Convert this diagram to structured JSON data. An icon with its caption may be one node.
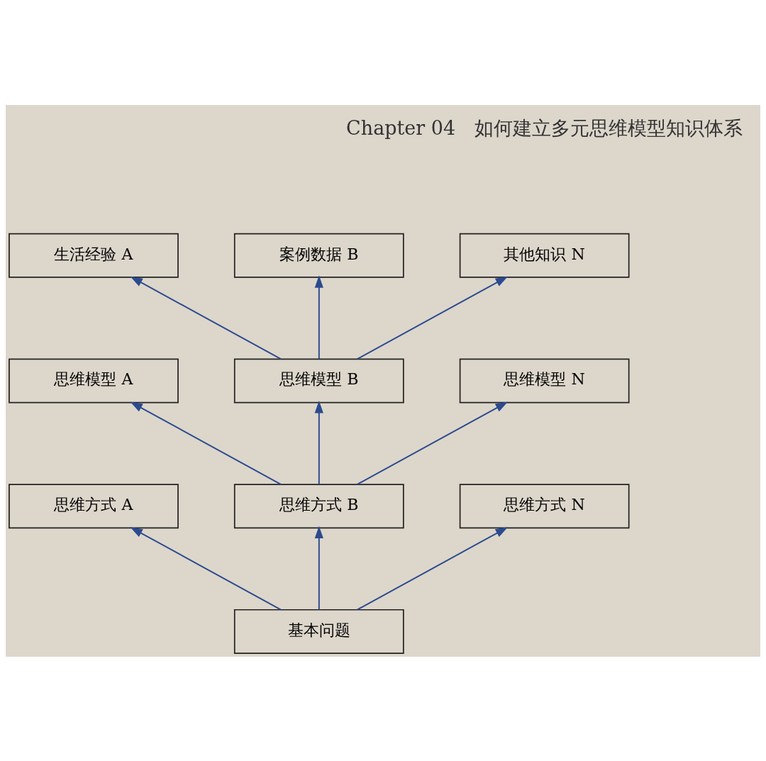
{
  "diagram": {
    "nodes": [
      {
        "text": [
          "生活经验 A"
        ]
      },
      {
        "text": [
          "案例数据 B"
        ]
      },
      {
        "text": [
          "其他知识 N"
        ]
      },
      {
        "text": [
          "思维模型 A"
        ]
      },
      {
        "text": [
          "思维模型 B"
        ]
      },
      {
        "text": [
          "思维模型 N"
        ]
      },
      {
        "text": [
          "思维方式 A"
        ]
      },
      {
        "text": [
          "思维方式 B"
        ]
      },
      {
        "text": [
          "思维方式 N"
        ]
      },
      {
        "text": [
          "基本问题"
        ]
      }
    ],
    "edges": [
      {
        "from": 4,
        "to": 0,
        "arrow": "to"
      },
      {
        "from": 4,
        "to": 1,
        "arrow": "to"
      },
      {
        "from": 4,
        "to": 2,
        "arrow": "to"
      },
      {
        "from": 7,
        "to": 3,
        "arrow": "to"
      },
      {
        "from": 7,
        "to": 4,
        "arrow": "to"
      },
      {
        "from": 7,
        "to": 5,
        "arrow": "to"
      },
      {
        "from": 9,
        "to": 6,
        "arrow": "to"
      },
      {
        "from": 9,
        "to": 7,
        "arrow": "to"
      },
      {
        "from": 9,
        "to": 8,
        "arrow": "to"
      }
    ],
    "labels": [
      "Chapter 04　如何建立多元思维模型知识体系"
    ]
  }
}
